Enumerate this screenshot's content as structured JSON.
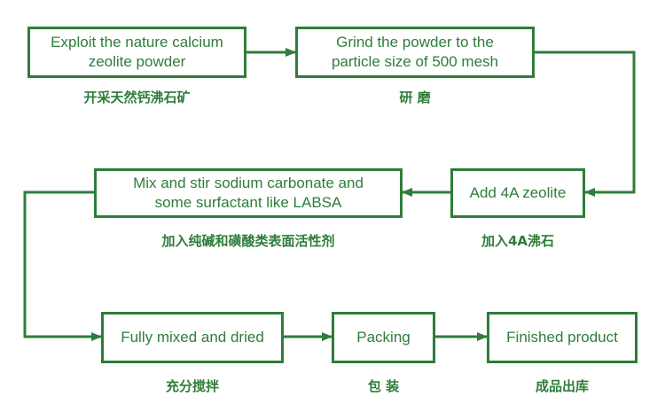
{
  "colors": {
    "accent": "#2e7d3a",
    "background": "#ffffff"
  },
  "steps": {
    "exploit": {
      "line1": "Exploit the nature calcium",
      "line2": "zeolite powder",
      "caption": "开采天然钙沸石矿"
    },
    "grind": {
      "line1": "Grind the powder to the",
      "line2": "particle size of 500 mesh",
      "caption": "研 磨"
    },
    "add": {
      "line1": "Add 4A zeolite",
      "caption": "加入4A沸石"
    },
    "mix": {
      "line1": "Mix and stir sodium carbonate and",
      "line2": "some surfactant like LABSA",
      "caption": "加入纯碱和磺酸类表面活性剂"
    },
    "fully": {
      "line1": "Fully mixed and dried",
      "caption": "充分搅拌"
    },
    "packing": {
      "line1": "Packing",
      "caption": "包 装"
    },
    "finished": {
      "line1": "Finished product",
      "caption": "成品出库"
    }
  }
}
